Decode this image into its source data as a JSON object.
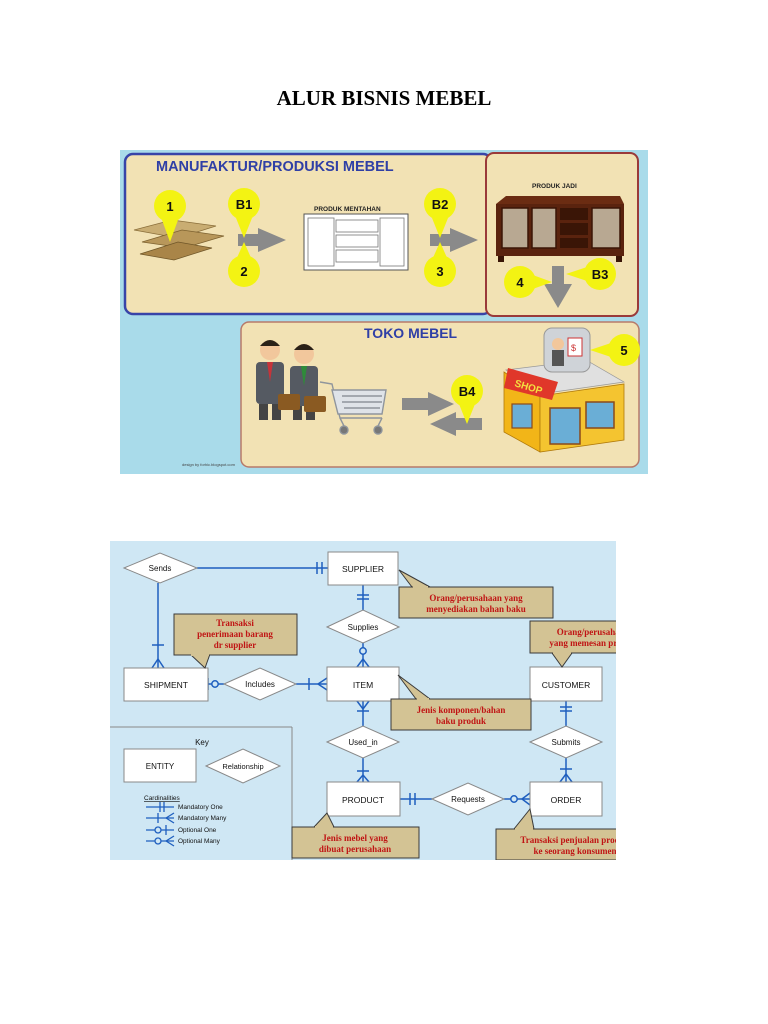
{
  "page": {
    "title": "ALUR BISNIS MEBEL"
  },
  "flow": {
    "manufacture_title": "MANUFAKTUR/PRODUKSI MEBEL",
    "store_title": "TOKO MEBEL",
    "raw_product_label": "PRODUK MENTAHAN",
    "finished_product_label": "PRODUK JADI",
    "shop_sign": "SHOP",
    "credit": "design by forhic.blogspot.com",
    "markers": [
      "1",
      "B1",
      "2",
      "B2",
      "3",
      "4",
      "B3",
      "5",
      "B4"
    ],
    "colors": {
      "panel": "#f2e2b4",
      "background": "#a9dbea",
      "marker": "#f3f313",
      "arrow": "#8a8a8a"
    }
  },
  "erd": {
    "entities": {
      "supplier": "SUPPLIER",
      "shipment": "SHIPMENT",
      "item": "ITEM",
      "customer": "CUSTOMER",
      "product": "PRODUCT",
      "order": "ORDER"
    },
    "relationships": {
      "sends": "Sends",
      "supplies": "Supplies",
      "includes": "Includes",
      "used_in": "Used_in",
      "submits": "Submits",
      "requests": "Requests"
    },
    "notes": {
      "supplier": [
        "Orang/perusahaan yang",
        "menyediakan bahan baku"
      ],
      "shipment": [
        "Transaksi",
        "penerimaan barang",
        "dr supplier"
      ],
      "customer": [
        "Orang/perusahaan",
        "yang memesan produk"
      ],
      "item": [
        "Jenis komponen/bahan",
        "baku produk"
      ],
      "product": [
        "Jenis mebel yang",
        "dibuat perusahaan"
      ],
      "order": [
        "Transaksi penjualan produk",
        "ke seorang konsumen"
      ]
    },
    "key": {
      "title": "Key",
      "entity": "ENTITY",
      "relationship": "Relationship",
      "cardinalities_title": "Cardinalities",
      "items": [
        "Mandatory One",
        "Mandatory Many",
        "Optional One",
        "Optional Many"
      ]
    },
    "colors": {
      "background": "#cfe7f4",
      "line": "#1f5fbf",
      "note_fill": "#d3c394",
      "note_text": "#c01414"
    }
  }
}
